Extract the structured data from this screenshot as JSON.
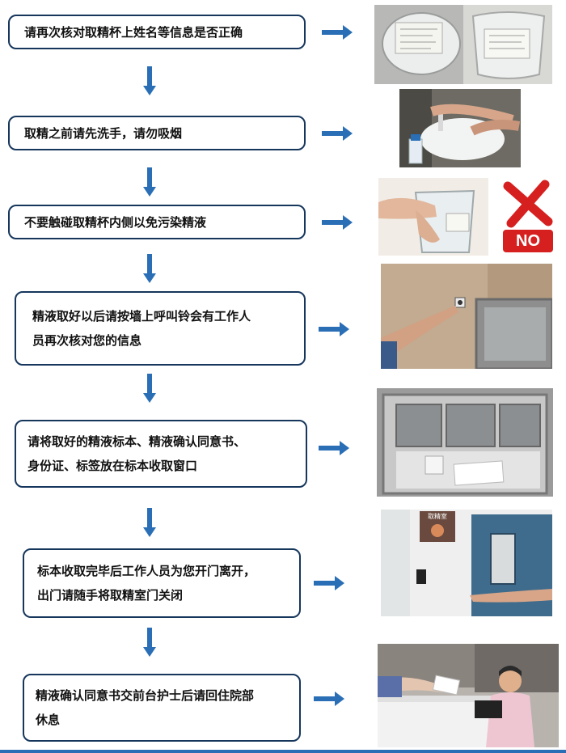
{
  "steps": [
    {
      "text": "请再次核对取精杯上姓名等信息是否正确"
    },
    {
      "text": "取精之前请先洗手，请勿吸烟"
    },
    {
      "text": "不要触碰取精杯内侧以免污染精液"
    },
    {
      "line1": "精液取好以后请按墙上呼叫铃会有工作人",
      "line2": "员再次核对您的信息"
    },
    {
      "line1": "请将取好的精液标本、精液确认同意书、",
      "line2": "身份证、标签放在标本收取窗口"
    },
    {
      "line1": "标本收取完毕后工作人员为您开门离开，",
      "line2": "出门请随手将取精室门关闭"
    },
    {
      "line1": "精液确认同意书交前台护士后请回住院部",
      "line2": "休息"
    }
  ],
  "photos": {
    "no_label": "NO",
    "room_sign": "取精室"
  },
  "colors": {
    "arrow": "#2a6fb6",
    "box_border": "#16365c",
    "no_red": "#d62020"
  }
}
